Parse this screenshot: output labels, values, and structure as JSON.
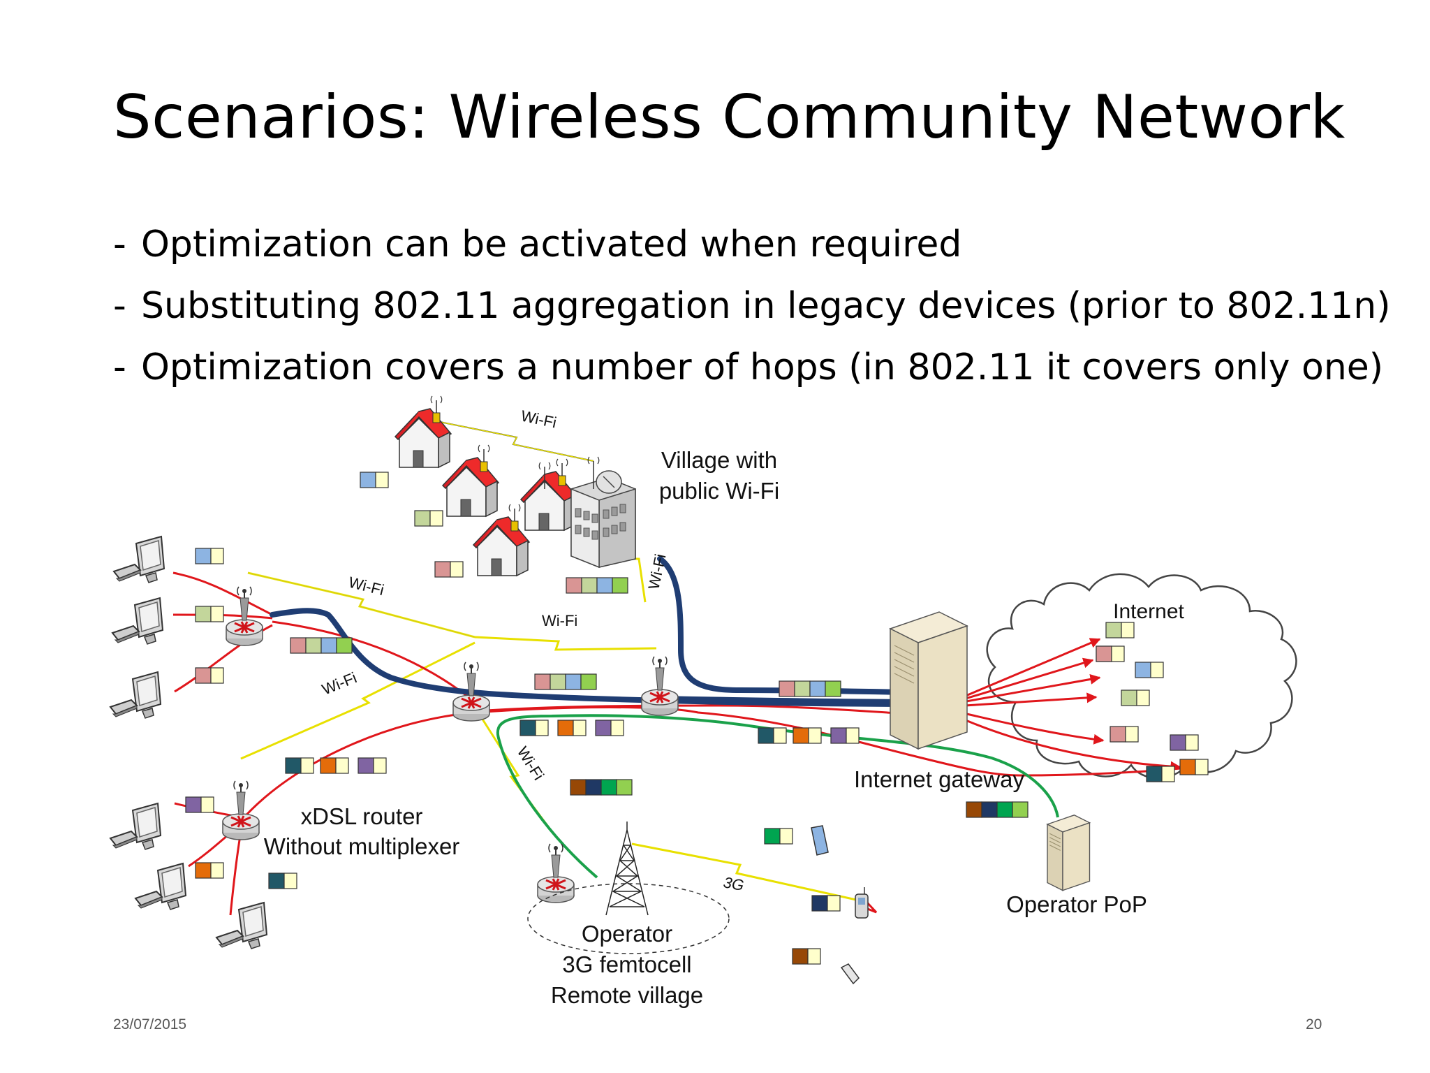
{
  "slide": {
    "title": "Scenarios: Wireless Community Network",
    "bullets": [
      "Optimization can be activated when required",
      "Substituting 802.11 aggregation in legacy devices (prior to 802.11n)",
      "Optimization covers a number of hops (in 802.11 it covers only one)"
    ],
    "bullet_marker": "-",
    "footer_date": "23/07/2015",
    "page_number": "20"
  },
  "diagram": {
    "labels": {
      "village": [
        "Village with",
        "public Wi-Fi"
      ],
      "internet": "Internet",
      "internet_gateway": "Internet gateway",
      "xdsl_router": [
        "xDSL router",
        "Without multiplexer"
      ],
      "operator_pop": "Operator PoP",
      "femtocell": [
        "Operator",
        "3G femtocell",
        "Remote village"
      ],
      "wifi": "Wi-Fi",
      "three_g": "3G"
    },
    "link_colors": {
      "aggregated_flow": "#1f3d73",
      "user_flow": "#e0161b",
      "operator_flow": "#1aa14a",
      "wifi_link": "#e8e000"
    },
    "packet_colors": {
      "pink": "#d99594",
      "green": "#c3d69b",
      "blue": "#8db4e2",
      "teal": "#215867",
      "orange": "#e46c0a",
      "purple": "#8064a2",
      "brown": "#974806",
      "navy": "#1f3864",
      "emerald": "#00a550",
      "lime": "#92d050",
      "yellow_ack": "#ffffcc"
    },
    "icons": [
      "house-icon",
      "building-icon",
      "computer-icon",
      "router-icon",
      "server-icon",
      "cloud-icon",
      "cell-tower-icon",
      "mobile-phone-icon",
      "tablet-icon"
    ]
  }
}
